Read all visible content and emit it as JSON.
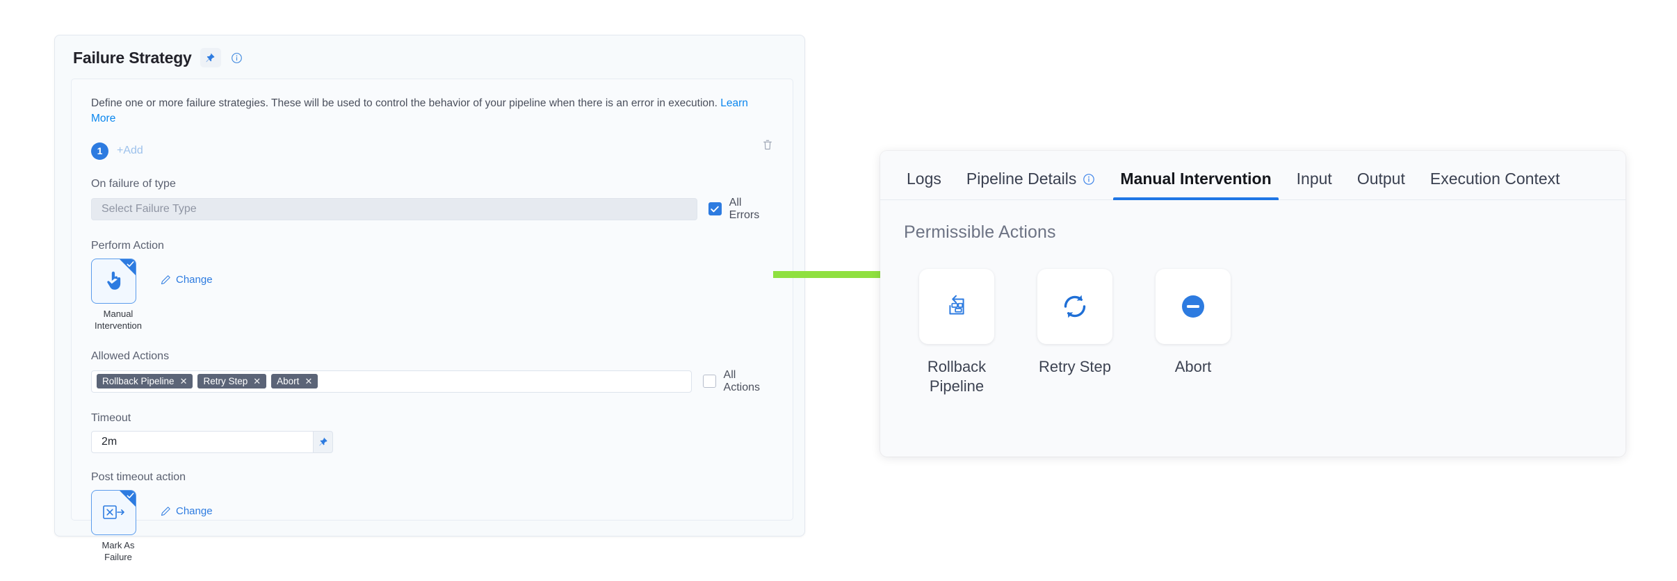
{
  "failure_strategy": {
    "title": "Failure Strategy",
    "pin_icon": "pin-icon",
    "info_icon": "info-circle-icon",
    "description_text": "Define one or more failure strategies. These will be used to control the behavior of your pipeline when there is an error in execution.",
    "learn_more_label": "Learn More",
    "strategy_index_badge": "1",
    "add_label": "+Add",
    "delete_icon": "trash-icon",
    "on_failure_label": "On failure of type",
    "failure_type_placeholder": "Select Failure Type",
    "all_errors_label": "All Errors",
    "all_errors_checked": true,
    "perform_action_label": "Perform Action",
    "perform_action_value": "Manual Intervention",
    "perform_action_icon": "hand-pointer-icon",
    "change_label": "Change",
    "allowed_actions_label": "Allowed Actions",
    "allowed_actions_tags": [
      "Rollback Pipeline",
      "Retry Step",
      "Abort"
    ],
    "all_actions_label": "All Actions",
    "all_actions_checked": false,
    "timeout_label": "Timeout",
    "timeout_value": "2m",
    "timeout_pin_icon": "pin-icon",
    "post_timeout_label": "Post timeout action",
    "post_timeout_value": "Mark As Failure",
    "post_timeout_icon": "mark-as-failure-icon",
    "post_timeout_change_label": "Change"
  },
  "annotation": {
    "arrow_color": "#8FE03F",
    "arrow_name": "green-pointer-arrow"
  },
  "details_panel": {
    "tabs": [
      {
        "label": "Logs",
        "active": false,
        "has_info": false
      },
      {
        "label": "Pipeline Details",
        "active": false,
        "has_info": true
      },
      {
        "label": "Manual Intervention",
        "active": true,
        "has_info": false
      },
      {
        "label": "Input",
        "active": false,
        "has_info": false
      },
      {
        "label": "Output",
        "active": false,
        "has_info": false
      },
      {
        "label": "Execution Context",
        "active": false,
        "has_info": false
      }
    ],
    "active_tab_color": "#1f76e5",
    "heading": "Permissible Actions",
    "actions": [
      {
        "label": "Rollback Pipeline",
        "icon": "rollback-pipeline-icon"
      },
      {
        "label": "Retry Step",
        "icon": "retry-refresh-icon"
      },
      {
        "label": "Abort",
        "icon": "abort-minus-circle-icon"
      }
    ]
  }
}
